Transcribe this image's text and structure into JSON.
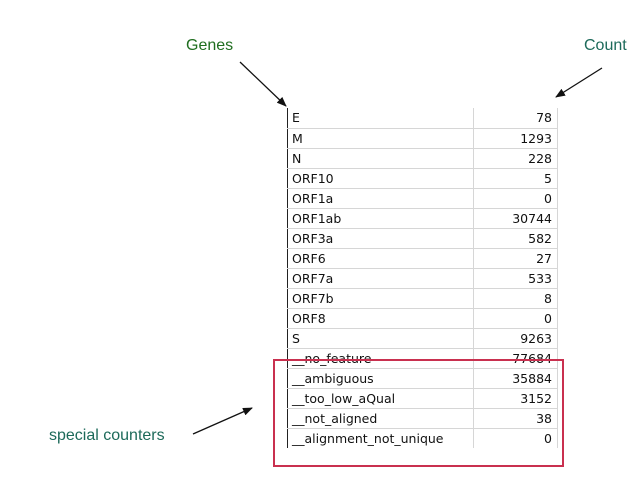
{
  "annotations": {
    "genes": "Genes",
    "count": "Count",
    "special_counters": "special counters"
  },
  "colors": {
    "genes_label": "#1f6e1f",
    "count_label": "#1d6a5a",
    "special_label": "#1d6a5a",
    "highlight_border": "#c9304f",
    "grid_line": "#d6d6d6"
  },
  "table": {
    "rows": [
      {
        "gene": "E",
        "count": "78"
      },
      {
        "gene": "M",
        "count": "1293"
      },
      {
        "gene": "N",
        "count": "228"
      },
      {
        "gene": "ORF10",
        "count": "5"
      },
      {
        "gene": "ORF1a",
        "count": "0"
      },
      {
        "gene": "ORF1ab",
        "count": "30744"
      },
      {
        "gene": "ORF3a",
        "count": "582"
      },
      {
        "gene": "ORF6",
        "count": "27"
      },
      {
        "gene": "ORF7a",
        "count": "533"
      },
      {
        "gene": "ORF7b",
        "count": "8"
      },
      {
        "gene": "ORF8",
        "count": "0"
      },
      {
        "gene": "S",
        "count": "9263"
      },
      {
        "gene": "__no_feature",
        "count": "77684"
      },
      {
        "gene": "__ambiguous",
        "count": "35884"
      },
      {
        "gene": "__too_low_aQual",
        "count": "3152"
      },
      {
        "gene": "__not_aligned",
        "count": "38"
      },
      {
        "gene": "__alignment_not_unique",
        "count": "0"
      }
    ]
  }
}
